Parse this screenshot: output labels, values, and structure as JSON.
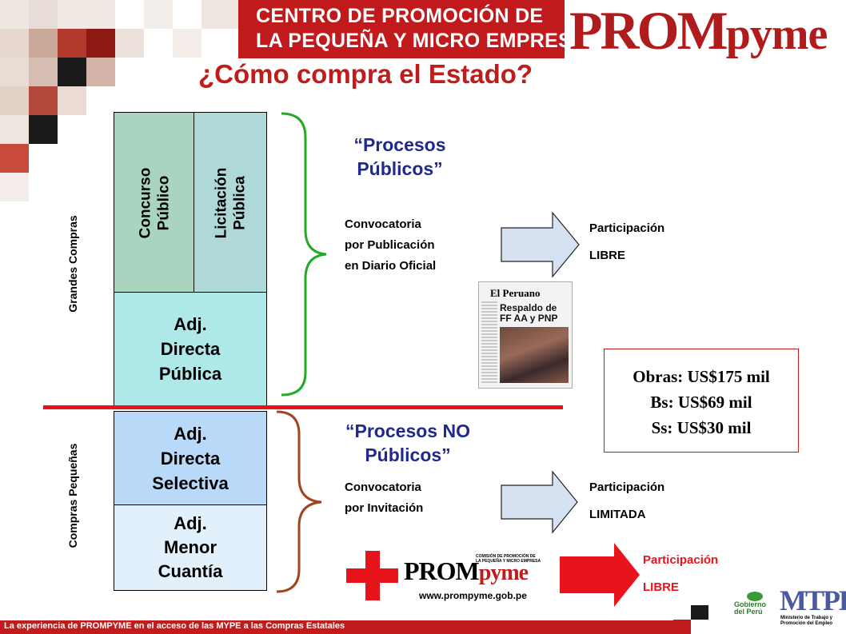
{
  "header": {
    "banner_line1": "CENTRO DE PROMOCIÓN DE",
    "banner_line2": "LA PEQUEÑA Y MICRO EMPRESA",
    "logo_prom": "PROM",
    "logo_pyme": "pyme"
  },
  "title": "¿Cómo compra el Estado?",
  "side_labels": {
    "grandes": "Grandes Compras",
    "pequenas": "Compras Pequeñas"
  },
  "boxes": {
    "concurso": [
      "Concurso",
      "Público"
    ],
    "licitacion": [
      "Licitación",
      "Pública"
    ],
    "adj_publica": [
      "Adj.",
      "Directa",
      "Pública"
    ],
    "adj_selectiva": [
      "Adj.",
      "Directa",
      "Selectiva"
    ],
    "adj_menor": [
      "Adj.",
      "Menor",
      "Cuantía"
    ]
  },
  "publicos": {
    "title_line1": "“Procesos",
    "title_line2": "Públicos”",
    "conv": [
      "Convocatoria",
      "por Publicación",
      "en Diario Oficial"
    ],
    "part_label": "Participación",
    "part_value": "LIBRE"
  },
  "no_publicos": {
    "title_line1": "“Procesos NO",
    "title_line2": "Públicos”",
    "conv": [
      "Convocatoria",
      "por Invitación"
    ],
    "part_label": "Participación",
    "part_value": "LIMITADA"
  },
  "plus_prompyme": {
    "part_label": "Participación",
    "part_value": "LIBRE",
    "logo_prom": "PROM",
    "logo_pyme": "pyme",
    "logo_small_1": "COMISIÓN DE PROMOCIÓN DE",
    "logo_small_2": "LA PEQUEÑA Y MICRO EMPRESA",
    "url": "www.prompyme.gob.pe"
  },
  "newspaper": {
    "name": "El Peruano",
    "headline_1": "Respaldo de",
    "headline_2": "FF AA y PNP"
  },
  "thresholds": {
    "obras": "Obras: US$175 mil",
    "bs": "Bs: US$69 mil",
    "ss": "Ss: US$30 mil"
  },
  "footer": "La experiencia de PROMPYME en el acceso de las MYPE a las Compras Estatales",
  "bottom_logos": {
    "gob_1": "Gobierno",
    "gob_2": "del Perú",
    "mtpe": "MTPE",
    "mtpe_sub_1": "Ministerio de Trabajo y",
    "mtpe_sub_2": "Promoción del Empleo"
  },
  "colors": {
    "red": "#c01c1c",
    "navy": "#1f2a8c",
    "green_brace": "#22aa22",
    "brown_brace": "#a0461e",
    "concurso_fill": "#a9d4c0",
    "licitacion_fill": "#afd8d8",
    "publica_fill": "#aee8e8",
    "selectiva_fill": "#b8daf8",
    "menor_fill": "#e2f0fc",
    "arrow_fill": "#d6e2f2"
  }
}
